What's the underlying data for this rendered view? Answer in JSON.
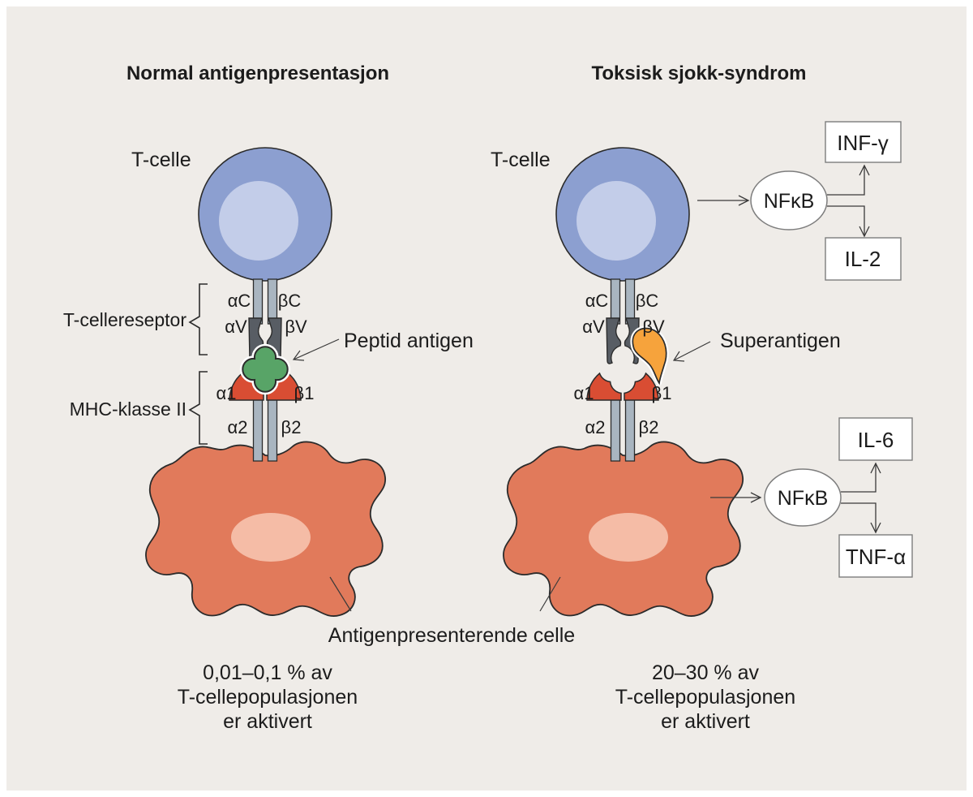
{
  "colors": {
    "background": "#efece8",
    "frame": "#ffffff",
    "outline": "#2b2b2b",
    "tcell": "#8c9fd0",
    "tcell_inner": "#c3cde9",
    "stalk": "#a9b5c0",
    "receptor": "#585d64",
    "mhc": "#d94d33",
    "peptide": "#58a467",
    "superantigen": "#f6a33c",
    "apc": "#e17a5b",
    "apc_nucleus": "#f5bca6",
    "flow": "#3a3a3a",
    "node_stroke": "#7d7d7d"
  },
  "domain_labels": {
    "aC": "αC",
    "bC": "βC",
    "aV": "αV",
    "bV": "βV",
    "a1": "α1",
    "b1": "β1",
    "a2": "α2",
    "b2": "β2"
  },
  "apc_label": "Antigenpresenterende celle",
  "panels": {
    "left": {
      "title": "Normal antigenpresentasjon",
      "tcell_label": "T-celle",
      "receptor_label": "T-cellereseptor",
      "mhc_label": "MHC-klasse II",
      "antigen_label": "Peptid antigen",
      "stats": [
        "0,01–0,1 % av",
        "T-cellepopulasjonen",
        "er aktivert"
      ]
    },
    "right": {
      "title": "Toksisk sjokk-syndrom",
      "tcell_label": "T-celle",
      "antigen_label": "Superantigen",
      "stats": [
        "20–30 % av",
        "T-cellepopulasjonen",
        "er aktivert"
      ],
      "signaling_top": {
        "node": "NFκB",
        "outputs": [
          "INF-γ",
          "IL-2"
        ]
      },
      "signaling_bottom": {
        "node": "NFκB",
        "outputs": [
          "IL-6",
          "TNF-α"
        ]
      }
    }
  }
}
